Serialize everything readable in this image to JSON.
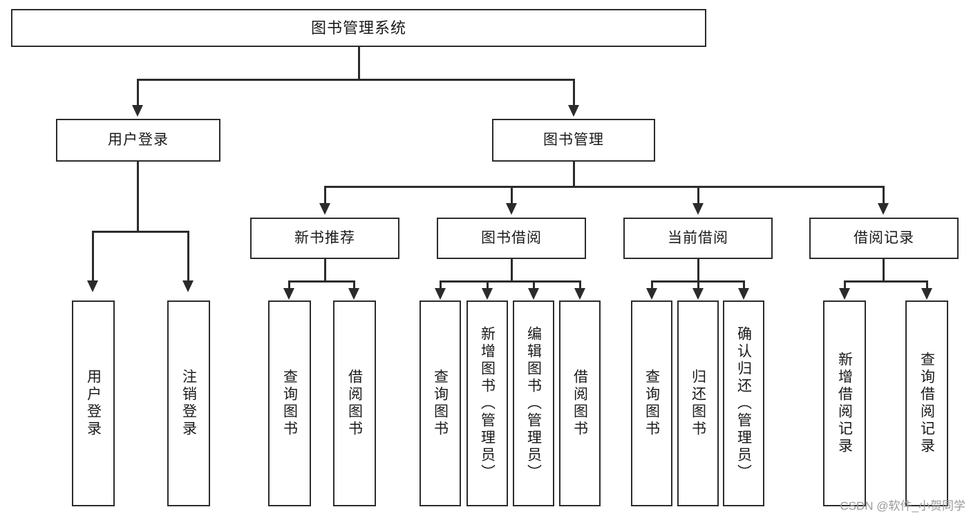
{
  "diagram": {
    "title": "图书管理系统",
    "type": "hierarchy-tree",
    "root": {
      "label": "图书管理系统"
    },
    "level1": [
      {
        "label": "用户登录"
      },
      {
        "label": "图书管理"
      }
    ],
    "level2": [
      {
        "label": "新书推荐"
      },
      {
        "label": "图书借阅"
      },
      {
        "label": "当前借阅"
      },
      {
        "label": "借阅记录"
      }
    ],
    "leaves_user_login": [
      {
        "label": "用户登录"
      },
      {
        "label": "注销登录"
      }
    ],
    "leaves_new_book": [
      {
        "label": "查询图书"
      },
      {
        "label": "借阅图书"
      }
    ],
    "leaves_borrow": [
      {
        "label": "查询图书"
      },
      {
        "label": "新增图书（管理员）"
      },
      {
        "label": "编辑图书（管理员）"
      },
      {
        "label": "借阅图书"
      }
    ],
    "leaves_current": [
      {
        "label": "查询图书"
      },
      {
        "label": "归还图书"
      },
      {
        "label": "确认归还（管理员）"
      }
    ],
    "leaves_record": [
      {
        "label": "新增借阅记录"
      },
      {
        "label": "查询借阅记录"
      }
    ]
  },
  "watermark": {
    "text": "CSDN @软件_小贺同学"
  },
  "colors": {
    "stroke": "#2b2b2b",
    "fill": "#ffffff",
    "text": "#1a1a1a",
    "watermark": "#9a9a9a"
  }
}
